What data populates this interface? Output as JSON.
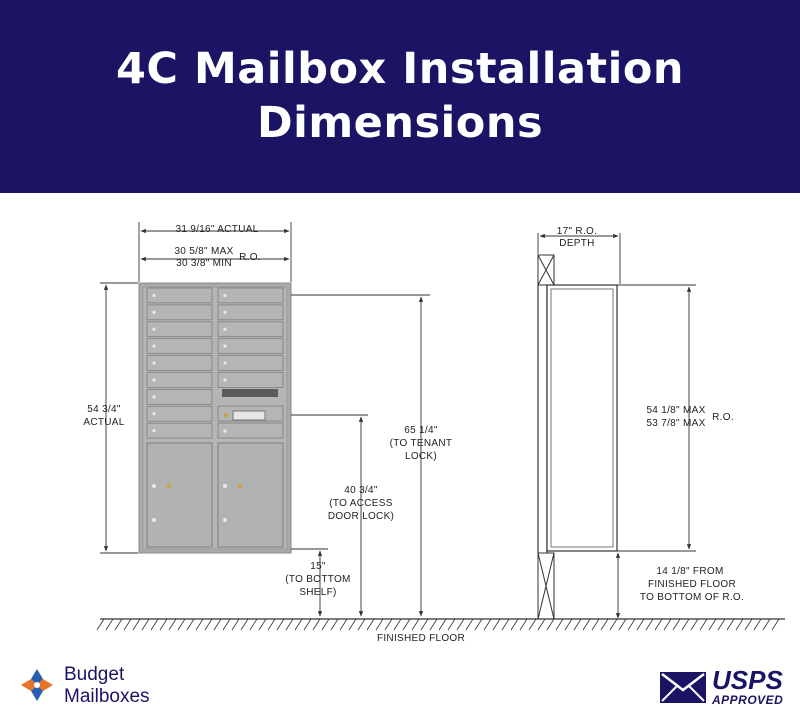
{
  "title": {
    "line1": "4C Mailbox Installation",
    "line2": "Dimensions"
  },
  "front_view": {
    "width_actual": "31 9/16\" ACTUAL",
    "ro_width_max": "30 5/8\" MAX",
    "ro_width_min": "30 3/8\" MIN",
    "ro_label": "R.O.",
    "height_actual_1": "54 3/4\"",
    "height_actual_2": "ACTUAL",
    "tenant_lock_1": "65 1/4\"",
    "tenant_lock_2": "(TO TENANT",
    "tenant_lock_3": "LOCK)",
    "access_door_1": "40 3/4\"",
    "access_door_2": "(TO ACCESS",
    "access_door_3": "DOOR LOCK)",
    "bottom_shelf_1": "15\"",
    "bottom_shelf_2": "(TO BOTTOM",
    "bottom_shelf_3": "SHELF)"
  },
  "side_view": {
    "depth_1": "17\" R.O.",
    "depth_2": "DEPTH",
    "ro_height_max": "54 1/8\" MAX",
    "ro_height_min": "53 7/8\" MAX",
    "ro_label": "R.O.",
    "floor_to_ro_1": "14 1/8\"  FROM",
    "floor_to_ro_2": "FINISHED FLOOR",
    "floor_to_ro_3": "TO BOTTOM OF R.O."
  },
  "floor_label": "FINISHED FLOOR",
  "logo": {
    "line1": "Budget",
    "line2": "Mailboxes"
  },
  "usps": {
    "line1": "USPS",
    "line2": "APPROVED"
  },
  "colors": {
    "banner": "#1b1464",
    "panel": "#a9abab",
    "line": "#333333"
  }
}
